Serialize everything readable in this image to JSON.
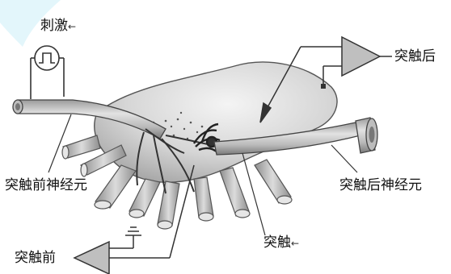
{
  "labels": {
    "stimulus": "刺激",
    "postsynaptic_recording": "突触后",
    "presynaptic_neuron": "突触前神经元",
    "postsynaptic_neuron": "突触后神经元",
    "synapse": "突触",
    "presynaptic_recording": "突触前"
  },
  "marks": {
    "stimulus_mark": "←",
    "synapse_mark": "←"
  }
}
